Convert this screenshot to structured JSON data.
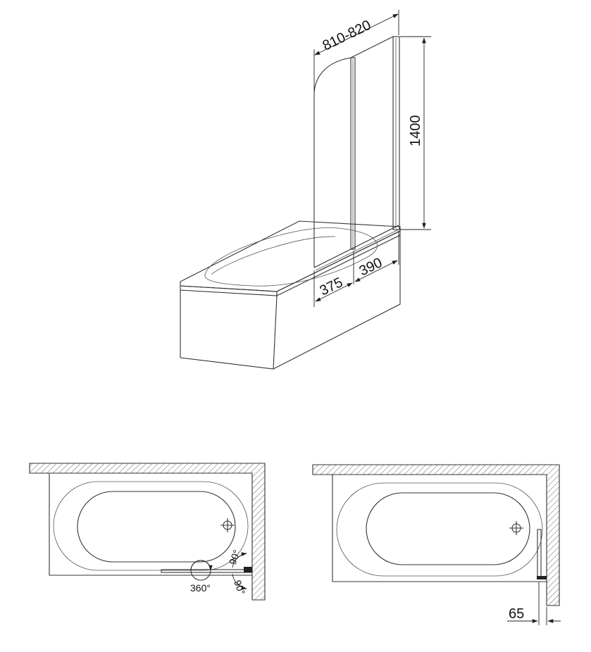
{
  "dimensions": {
    "width": "810-820",
    "height": "1400",
    "panel_left": "375",
    "panel_right": "390",
    "rotation": "360°",
    "angle_upper": "90°",
    "angle_lower": "90°",
    "wall_offset": "65"
  },
  "colors": {
    "line": "#333333",
    "text": "#111111",
    "background": "#ffffff"
  }
}
